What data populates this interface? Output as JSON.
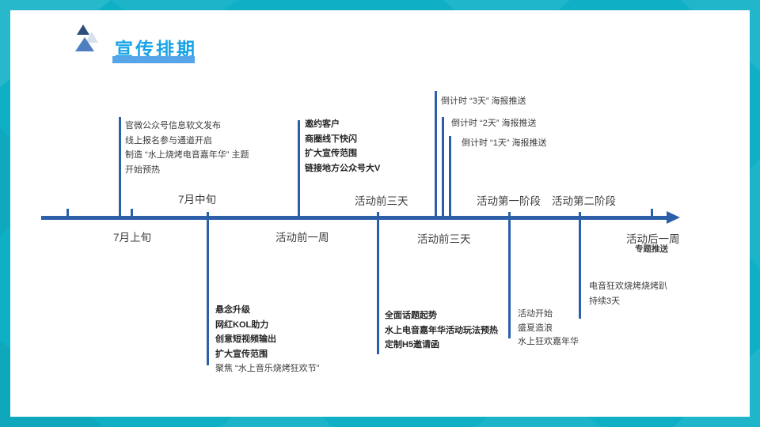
{
  "slide": {
    "title": "宣传排期"
  },
  "colors": {
    "border_teal": "#0fb0c6",
    "title_blue": "#17a3e6",
    "title_bar_blue": "#55a5e8",
    "timeline_blue": "#2d5fa9",
    "logo_dark": "#2e4d7d",
    "logo_light": "#d6e0ef",
    "logo_mid": "#4f7fc1"
  },
  "timeline": {
    "axis_labels_above": [
      "7月中旬",
      "活动前三天",
      "活动第一阶段",
      "活动第二阶段"
    ],
    "axis_labels_below": [
      "7月上旬",
      "活动前一周",
      "活动前三天",
      "活动后一周"
    ],
    "below_sub_label": "专题推送",
    "countdown_labels": [
      "倒计时 “3天” 海报推送",
      "倒计时 “2天” 海报推送",
      "倒计时 “1天” 海报推送"
    ],
    "blocks": {
      "preheat": {
        "lines": [
          "官微公众号信息软文发布",
          "线上报名参与通道开启",
          "制造 “水上烧烤电音嘉年华” 主题",
          "开始预热"
        ]
      },
      "invite": {
        "lines": [
          "邀约客户",
          "商圈线下快闪",
          "扩大宣传范围",
          "链接地方公众号大V"
        ]
      },
      "suspense": {
        "lines": [
          "悬念升级",
          "网红KOL助力",
          "创意短视频输出",
          "扩大宣传范围",
          "聚焦 “水上音乐烧烤狂欢节”"
        ]
      },
      "topic": {
        "lines": [
          "全面话题起势",
          "水上电音嘉年华活动玩法预热",
          "定制H5邀请函"
        ]
      },
      "kickoff": {
        "lines": [
          "活动开始",
          "盛夏造浪",
          "水上狂欢嘉年华"
        ]
      },
      "party": {
        "lines": [
          "电音狂欢烧烤烧烤趴",
          "持续3天"
        ]
      }
    }
  }
}
